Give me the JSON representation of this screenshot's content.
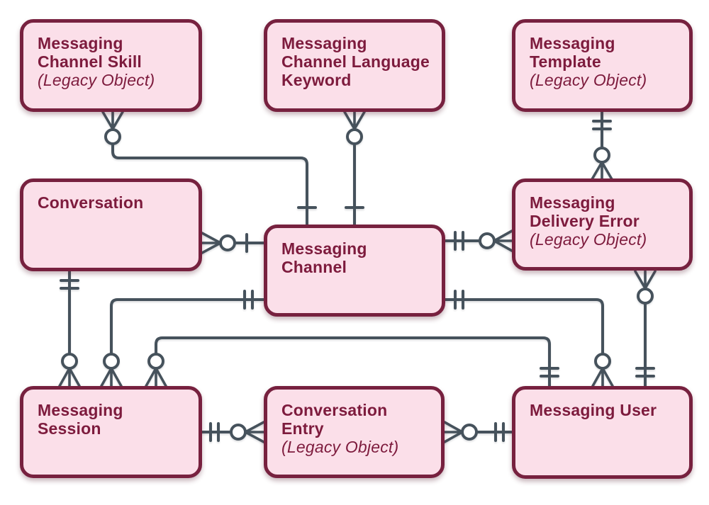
{
  "diagram": {
    "colors": {
      "entity_fill": "#fbdfe9",
      "entity_border": "#77213f",
      "entity_text": "#7d1b3d",
      "connector": "#46525c",
      "background": "#ffffff"
    },
    "notation": "crows-foot-erd",
    "entities": [
      {
        "id": "messaging-channel-skill",
        "name": "Messaging\nChannel Skill",
        "note": "(Legacy Object)"
      },
      {
        "id": "messaging-channel-language-keyword",
        "name": "Messaging\nChannel Language\nKeyword",
        "note": ""
      },
      {
        "id": "messaging-template",
        "name": "Messaging\nTemplate",
        "note": "(Legacy Object)"
      },
      {
        "id": "conversation",
        "name": "Conversation",
        "note": ""
      },
      {
        "id": "messaging-channel",
        "name": "Messaging\nChannel",
        "note": ""
      },
      {
        "id": "messaging-delivery-error",
        "name": "Messaging\nDelivery Error",
        "note": "(Legacy Object)"
      },
      {
        "id": "messaging-session",
        "name": "Messaging Session",
        "note": ""
      },
      {
        "id": "conversation-entry",
        "name": "Conversation\nEntry",
        "note": "(Legacy Object)"
      },
      {
        "id": "messaging-user",
        "name": "Messaging User",
        "note": ""
      }
    ],
    "relationships": [
      {
        "from": "Messaging Channel Skill",
        "from_end": "zero-or-many",
        "to": "Messaging Channel",
        "to_end": "one"
      },
      {
        "from": "Messaging Channel Language Keyword",
        "from_end": "zero-or-many",
        "to": "Messaging Channel",
        "to_end": "one"
      },
      {
        "from": "Messaging Template",
        "from_end": "exactly-one",
        "to": "Messaging Delivery Error",
        "to_end": "zero-or-many"
      },
      {
        "from": "Conversation",
        "from_end": "zero-or-many",
        "to": "Messaging Channel",
        "to_end": "one"
      },
      {
        "from": "Conversation",
        "from_end": "exactly-one",
        "to": "Messaging Session",
        "to_end": "zero-or-many"
      },
      {
        "from": "Messaging Channel",
        "from_end": "exactly-one",
        "to": "Messaging Session",
        "to_end": "zero-or-many"
      },
      {
        "from": "Messaging Session",
        "from_end": "zero-or-many",
        "to": "Messaging User",
        "to_end": "exactly-one"
      },
      {
        "from": "Messaging Channel",
        "from_end": "exactly-one",
        "to": "Messaging User",
        "to_end": "zero-or-many"
      },
      {
        "from": "Messaging Channel",
        "from_end": "exactly-one",
        "to": "Messaging Delivery Error",
        "to_end": "zero-or-many"
      },
      {
        "from": "Messaging Delivery Error",
        "from_end": "zero-or-many",
        "to": "Messaging User",
        "to_end": "exactly-one"
      },
      {
        "from": "Messaging Session",
        "from_end": "exactly-one",
        "to": "Conversation Entry",
        "to_end": "zero-or-many"
      },
      {
        "from": "Conversation Entry",
        "from_end": "zero-or-many",
        "to": "Messaging User",
        "to_end": "exactly-one"
      }
    ]
  }
}
